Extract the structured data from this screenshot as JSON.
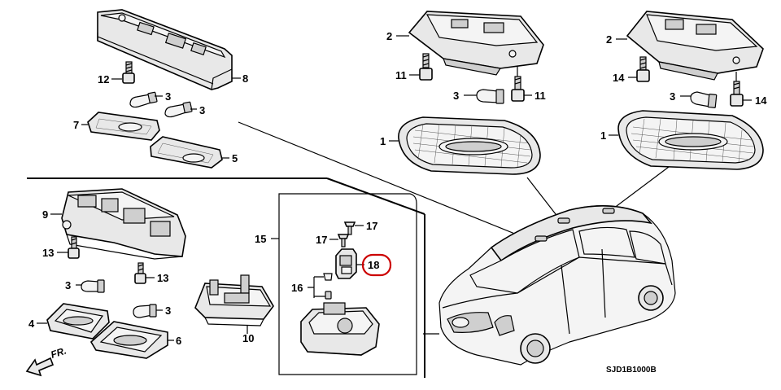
{
  "callouts": {
    "c1a": "1",
    "c1b": "1",
    "c2a": "2",
    "c2b": "2",
    "c3a": "3",
    "c3b": "3",
    "c3c": "3",
    "c3d": "3",
    "c3e": "3",
    "c3f": "3",
    "c4": "4",
    "c5": "5",
    "c6": "6",
    "c7": "7",
    "c8": "8",
    "c9": "9",
    "c10": "10",
    "c11a": "11",
    "c11b": "11",
    "c12": "12",
    "c13a": "13",
    "c13b": "13",
    "c14a": "14",
    "c14b": "14",
    "c15": "15",
    "c16": "16",
    "c17a": "17",
    "c17b": "17",
    "c18": "18"
  },
  "highlight": {
    "part": "18",
    "ring_color": "#cc0000"
  },
  "direction_label": "FR.",
  "diagram_code": "SJD1B1000B"
}
